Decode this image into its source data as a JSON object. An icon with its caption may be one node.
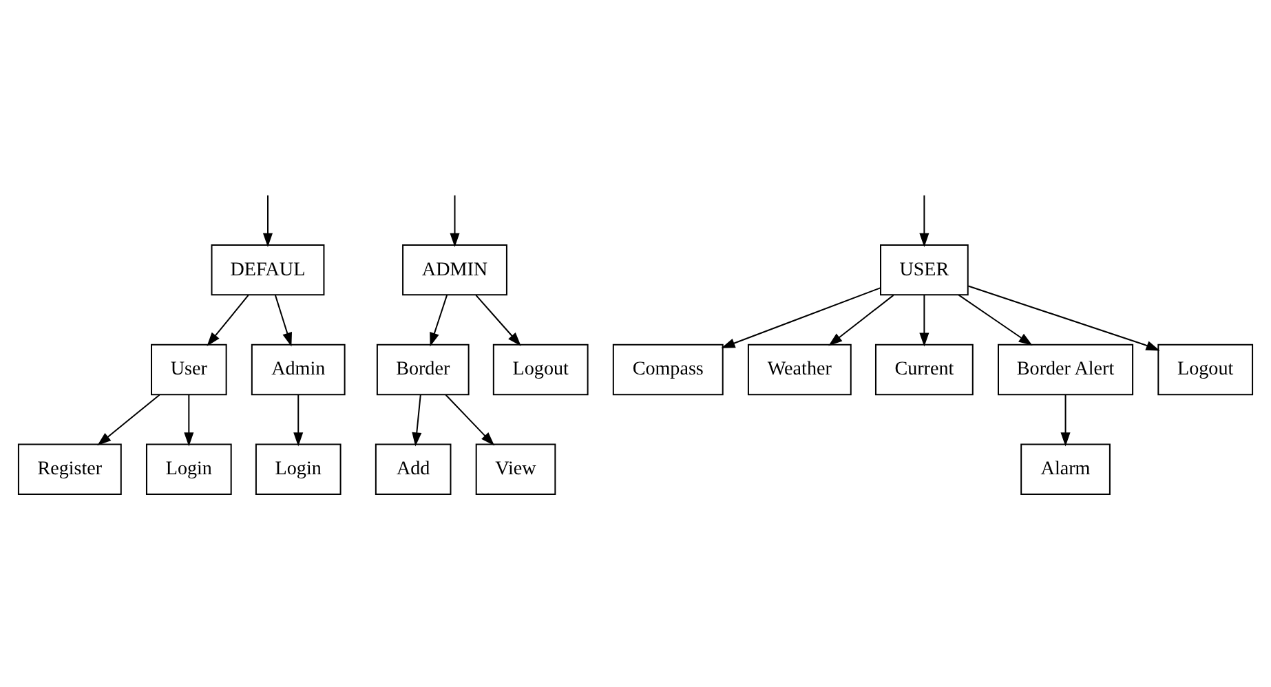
{
  "diagram": {
    "nodes": [
      {
        "text": [
          "DEFAUL"
        ]
      },
      {
        "text": [
          "User"
        ]
      },
      {
        "text": [
          "Register"
        ]
      },
      {
        "text": [
          "Login"
        ]
      },
      {
        "text": [
          "Admin"
        ]
      },
      {
        "text": [
          "Login"
        ]
      },
      {
        "text": [
          "ADMIN"
        ]
      },
      {
        "text": [
          "Border"
        ]
      },
      {
        "text": [
          "Add"
        ]
      },
      {
        "text": [
          "View"
        ]
      },
      {
        "text": [
          "Logout"
        ]
      },
      {
        "text": [
          "USER"
        ]
      },
      {
        "text": [
          "Compass"
        ]
      },
      {
        "text": [
          "Weather"
        ]
      },
      {
        "text": [
          "Current"
        ]
      },
      {
        "text": [
          "Border Alert"
        ]
      },
      {
        "text": [
          "Alarm"
        ]
      },
      {
        "text": [
          "Logout"
        ]
      }
    ],
    "edges": [
      {
        "from": null,
        "to": 0,
        "arrow": "to"
      },
      {
        "from": null,
        "to": 6,
        "arrow": "to"
      },
      {
        "from": null,
        "to": 11,
        "arrow": "to"
      },
      {
        "from": 0,
        "to": 1,
        "arrow": "to"
      },
      {
        "from": 1,
        "to": 2,
        "arrow": "to"
      },
      {
        "from": 1,
        "to": 3,
        "arrow": "to"
      },
      {
        "from": 0,
        "to": 4,
        "arrow": "to"
      },
      {
        "from": 4,
        "to": 5,
        "arrow": "to"
      },
      {
        "from": 6,
        "to": 7,
        "arrow": "to"
      },
      {
        "from": 7,
        "to": 8,
        "arrow": "to"
      },
      {
        "from": 7,
        "to": 9,
        "arrow": "to"
      },
      {
        "from": 6,
        "to": 10,
        "arrow": "to"
      },
      {
        "from": 11,
        "to": 12,
        "arrow": "to"
      },
      {
        "from": 11,
        "to": 13,
        "arrow": "to"
      },
      {
        "from": 11,
        "to": 14,
        "arrow": "to"
      },
      {
        "from": 11,
        "to": 15,
        "arrow": "to"
      },
      {
        "from": 15,
        "to": 16,
        "arrow": "to"
      },
      {
        "from": 11,
        "to": 17,
        "arrow": "to"
      }
    ]
  }
}
